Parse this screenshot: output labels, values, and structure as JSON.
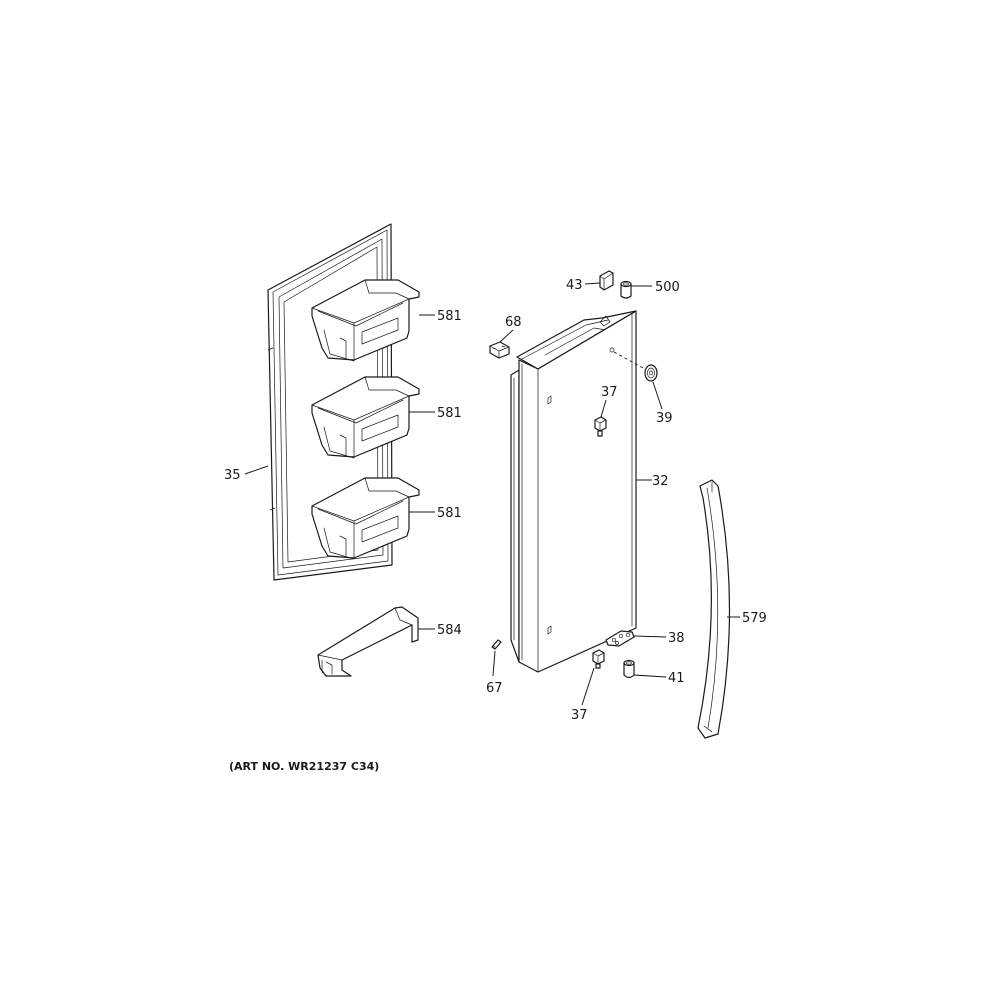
{
  "callouts": {
    "c35": "35",
    "c581a": "581",
    "c581b": "581",
    "c581c": "581",
    "c584": "584",
    "c68": "68",
    "c43": "43",
    "c500": "500",
    "c39": "39",
    "c37a": "37",
    "c32": "32",
    "c579": "579",
    "c38": "38",
    "c41": "41",
    "c67": "67",
    "c37b": "37"
  },
  "art_number": "(ART NO. WR21237 C34)"
}
